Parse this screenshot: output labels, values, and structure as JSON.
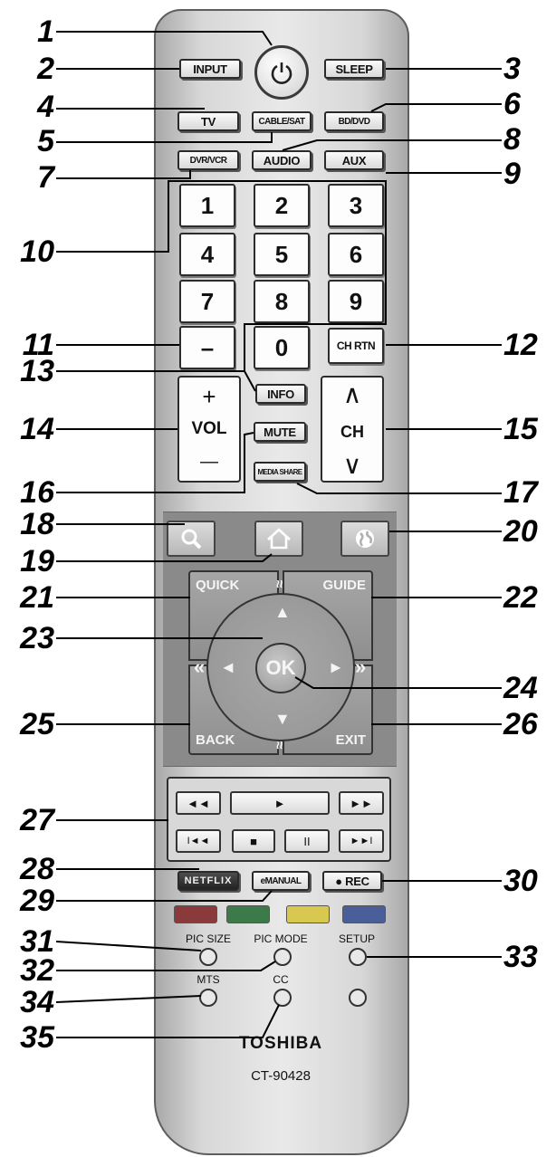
{
  "remote": {
    "brand": "TOSHIBA",
    "model": "CT-90428",
    "buttons": {
      "input": "INPUT",
      "sleep": "SLEEP",
      "tv": "TV",
      "cable_sat": "CABLE/SAT",
      "bd_dvd": "BD/DVD",
      "dvr_vcr": "DVR/VCR",
      "audio": "AUDIO",
      "aux": "AUX",
      "digits": [
        "1",
        "2",
        "3",
        "4",
        "5",
        "6",
        "7",
        "8",
        "9"
      ],
      "zero": "0",
      "dash": "–",
      "ch_rtn": "CH RTN",
      "info": "INFO",
      "mute": "MUTE",
      "media_share": "MEDIA SHARE",
      "vol_plus": "+",
      "vol": "VOL",
      "vol_minus": "—",
      "ch_up": "∧",
      "ch": "CH",
      "ch_down": "∨",
      "quick": "QUICK",
      "guide": "GUIDE",
      "back": "BACK",
      "exit": "EXIT",
      "ok": "OK",
      "up": "▲",
      "down": "▼",
      "left": "◄",
      "right": "►",
      "page_up": "«",
      "page_down": "»",
      "skip_up": "≈",
      "skip_down": "≈",
      "rewind": "◄◄",
      "play": "►",
      "fast_forward": "►►",
      "skip_back": "I◄◄",
      "stop": "■",
      "pause": "II",
      "skip_forward": "►►I",
      "netflix": "NETFLIX",
      "emanual": "eMANUAL",
      "rec": "● REC",
      "pic_size": "PIC SIZE",
      "pic_mode": "PIC MODE",
      "setup": "SETUP",
      "mts": "MTS",
      "cc": "CC"
    },
    "colors": {
      "red": "#8a3a3a",
      "green": "#3d7a4a",
      "yellow": "#d9c850",
      "blue": "#4a5f9a"
    }
  },
  "callouts": [
    "1",
    "2",
    "3",
    "4",
    "5",
    "6",
    "7",
    "8",
    "9",
    "10",
    "11",
    "12",
    "13",
    "14",
    "15",
    "16",
    "17",
    "18",
    "19",
    "20",
    "21",
    "22",
    "23",
    "24",
    "25",
    "26",
    "27",
    "28",
    "29",
    "30",
    "31",
    "32",
    "33",
    "34",
    "35"
  ]
}
